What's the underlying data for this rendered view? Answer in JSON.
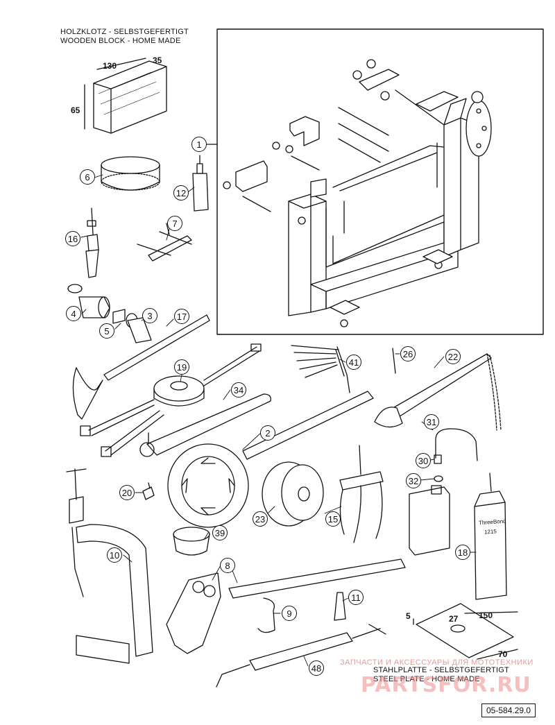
{
  "notes": {
    "wooden_block_de": "HOLZKLOTZ - SELBSTGEFERTIGT",
    "wooden_block_en": "WOODEN BLOCK - HOME MADE",
    "steel_plate_de": "STAHLPLATTE - SELBSTGEFERTIGT",
    "steel_plate_en": "STEEL PLATE - HOME MADE"
  },
  "dimensions": {
    "block_length": "130",
    "block_width": "35",
    "block_height": "65",
    "plate_length": "150",
    "plate_width": "70",
    "plate_thickness": "5",
    "plate_hole": "27"
  },
  "callouts": [
    "1",
    "6",
    "12",
    "16",
    "7",
    "4",
    "3",
    "5",
    "17",
    "19",
    "34",
    "41",
    "26",
    "22",
    "2",
    "31",
    "30",
    "32",
    "20",
    "23",
    "15",
    "39",
    "10",
    "18",
    "8",
    "11",
    "9",
    "48"
  ],
  "tube_labels": {
    "brand": "ThreeBond",
    "code": "1215"
  },
  "watermark": {
    "text": "ЗАПЧАСТИ И АКСЕССУАРЫ ДЛЯ МОТОТЕХНИКИ",
    "logo": "PARTSFOR.RU"
  },
  "reference_code": "05-584.29.0"
}
